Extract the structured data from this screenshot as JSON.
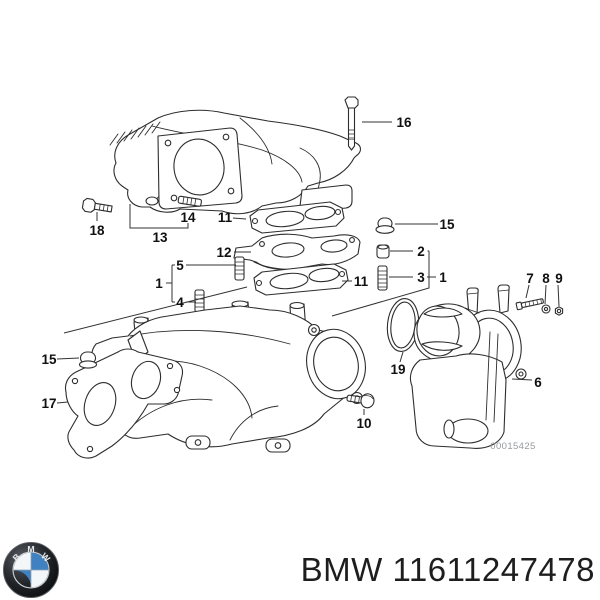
{
  "diagram": {
    "kind": "exploded-parts-line-drawing",
    "callouts": [
      {
        "text": "16"
      },
      {
        "text": "18"
      },
      {
        "text": "13"
      },
      {
        "text": "14"
      },
      {
        "text": "11"
      },
      {
        "text": "12"
      },
      {
        "text": "5"
      },
      {
        "text": "1"
      },
      {
        "text": "4"
      },
      {
        "text": "15"
      },
      {
        "text": "2"
      },
      {
        "text": "3"
      },
      {
        "text": "1"
      },
      {
        "text": "11"
      },
      {
        "text": "7"
      },
      {
        "text": "8"
      },
      {
        "text": "9"
      },
      {
        "text": "19"
      },
      {
        "text": "6"
      },
      {
        "text": "15"
      },
      {
        "text": "17"
      },
      {
        "text": "10"
      }
    ],
    "watermark": "00015425"
  },
  "footer": {
    "brand": "BMW",
    "part_number": "11611247478",
    "logo_letters": [
      "B",
      "M",
      "W"
    ]
  },
  "colors": {
    "line": "#2d2d2d",
    "label": "#101010",
    "watermark": "#97999c",
    "logo_blue": "#3f81c1",
    "logo_ring": "#16181b"
  }
}
